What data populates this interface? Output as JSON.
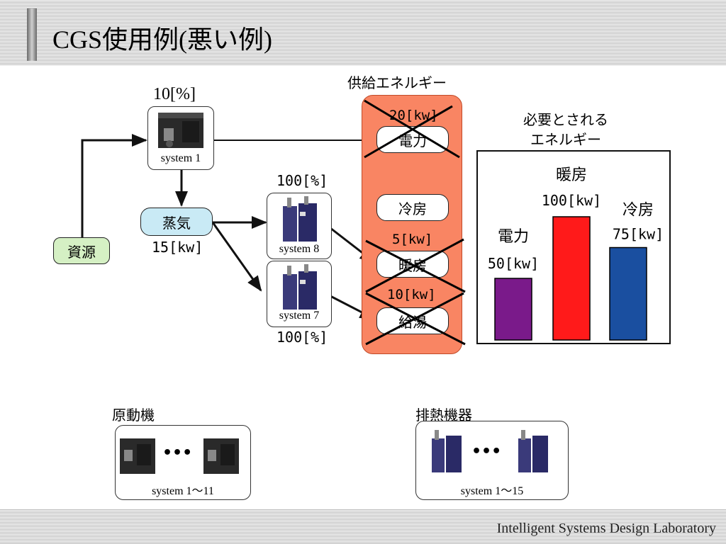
{
  "title": "CGS使用例(悪い例)",
  "footer": "Intelligent Systems Design Laboratory",
  "supply_header": "供給エネルギー",
  "required_header": [
    "必要とされる",
    "エネルギー"
  ],
  "nodes": {
    "resource": "資源",
    "steam": "蒸気",
    "steam_value": "15[kw]",
    "sys1_pct": "10[%]",
    "sys1_label": "system 1",
    "sys8_pct": "100[%]",
    "sys8_label": "system 8",
    "sys7_pct": "100[%]",
    "sys7_label": "system 7"
  },
  "supply": {
    "power_value": "20[kw]",
    "power": "電力",
    "cooling": "冷房",
    "heating_value": "5[kw]",
    "heating": "暖房",
    "hotwater_value": "10[kw]",
    "hotwater": "給湯"
  },
  "chart_data": {
    "type": "bar",
    "categories": [
      "電力",
      "暖房",
      "冷房"
    ],
    "values": [
      50,
      100,
      75
    ],
    "value_labels": [
      "50[kw]",
      "100[kw]",
      "75[kw]"
    ],
    "colors": [
      "#7a1a8a",
      "#ff1a1a",
      "#1a4fa0"
    ],
    "unit": "kw"
  },
  "prime_movers": {
    "title": "原動機",
    "dots": "•••",
    "label": "system 1～11"
  },
  "waste_heat": {
    "title": "排熱機器",
    "dots": "•••",
    "label": "system 1～15"
  },
  "colors": {
    "supply_panel": "#f98563",
    "steam_fill": "#c9eaf5",
    "resource_fill": "#d5f0c4"
  }
}
